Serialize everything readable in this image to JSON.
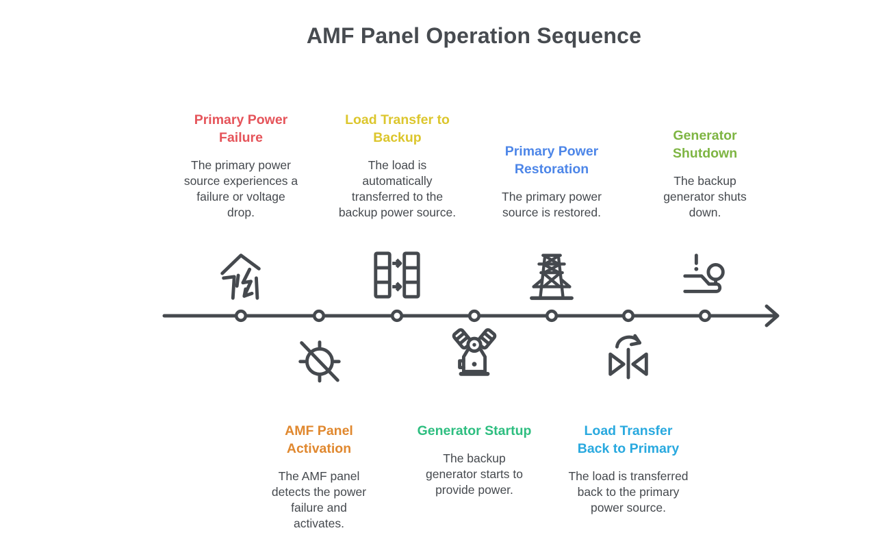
{
  "title": "AMF Panel Operation Sequence",
  "colors": {
    "dark_text": "#45494E",
    "timeline_line": "#45494E",
    "node_fill": "#FFFFFF",
    "step_red": "#E5545A",
    "step_orange": "#E0882F",
    "step_yellow": "#DCC62D",
    "step_teal": "#2EBE80",
    "step_blue": "#4D86E8",
    "step_cyan": "#29A9DF",
    "step_green": "#7EB543"
  },
  "timeline": {
    "direction": "left-to-right",
    "node_count": 7,
    "arrowhead": "right"
  },
  "steps": [
    {
      "order": 1,
      "side": "top",
      "heading": "Primary Power Failure",
      "color": "#E5545A",
      "description": "The primary power source experiences a failure or voltage drop.",
      "icon": "broken-house-lightning-icon"
    },
    {
      "order": 2,
      "side": "bottom",
      "heading": "AMF Panel Activation",
      "color": "#E0882F",
      "description": "The AMF panel detects the power failure and activates.",
      "icon": "slashed-dial-icon"
    },
    {
      "order": 3,
      "side": "top",
      "heading": "Load Transfer to Backup",
      "color": "#DCC62D",
      "description": "The load is automatically transferred to the backup power source.",
      "icon": "rack-transfer-arrows-icon"
    },
    {
      "order": 4,
      "side": "bottom",
      "heading": "Generator Startup",
      "color": "#2EBE80",
      "description": "The backup generator starts to provide power.",
      "icon": "engine-icon"
    },
    {
      "order": 5,
      "side": "top",
      "heading": "Primary Power Restoration",
      "color": "#4D86E8",
      "description": "The primary power source is restored.",
      "icon": "transmission-tower-icon"
    },
    {
      "order": 6,
      "side": "bottom",
      "heading": "Load Transfer Back to Primary",
      "color": "#29A9DF",
      "description": "The load is transferred back to the primary power source.",
      "icon": "flip-switch-arrow-icon"
    },
    {
      "order": 7,
      "side": "top",
      "heading": "Generator Shutdown",
      "color": "#7EB543",
      "description": "The backup generator shuts down.",
      "icon": "shutdown-lever-icon"
    }
  ]
}
